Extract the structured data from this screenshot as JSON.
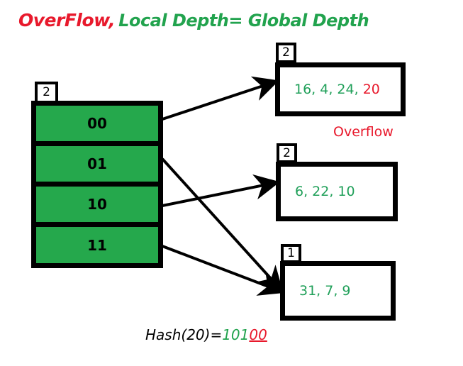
{
  "title": {
    "overflow_word": "OverFlow,",
    "depth_equation": "Local Depth= Global Depth",
    "red": "#e8192c",
    "green": "#22a34e"
  },
  "directory": {
    "global_depth": "2",
    "entries": [
      {
        "label": "00"
      },
      {
        "label": "01"
      },
      {
        "label": "10"
      },
      {
        "label": "11"
      }
    ],
    "fill_color": "#25a84c",
    "border_color": "#000000"
  },
  "buckets": [
    {
      "local_depth": "2",
      "values": "16, 4, 24,",
      "overflow_value": "20",
      "has_overflow": true
    },
    {
      "local_depth": "2",
      "values": "6, 22, 10",
      "overflow_value": "",
      "has_overflow": false
    },
    {
      "local_depth": "1",
      "values": "31, 7, 9",
      "overflow_value": "",
      "has_overflow": false
    }
  ],
  "overflow_label": "Overflow",
  "hash_caption": {
    "prefix": "Hash(20)=",
    "green_bits": "101",
    "red_bits": "00"
  }
}
